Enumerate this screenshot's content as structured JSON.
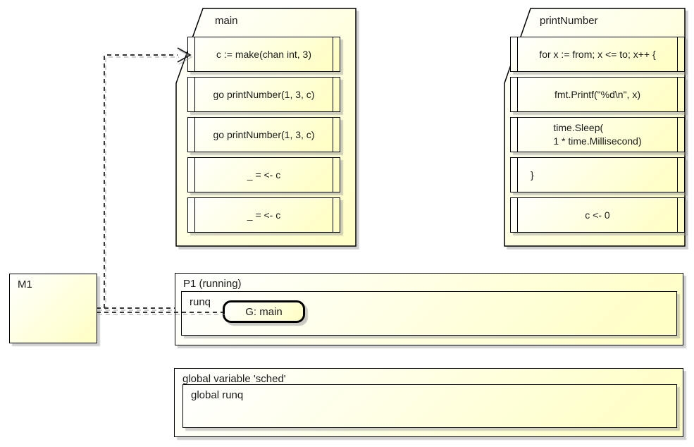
{
  "main_note": {
    "title": "main",
    "rows": [
      "c := make(chan int, 3)",
      "go printNumber(1, 3, c)",
      "go printNumber(1, 3, c)",
      "_ = <- c",
      "_ = <- c"
    ]
  },
  "print_number_note": {
    "title": "printNumber",
    "rows": [
      "for x := from; x <= to; x++ {",
      "fmt.Printf(\"%d\\n\", x)",
      "time.Sleep(\n1 * time.Millisecond)",
      "}",
      "c <- 0"
    ]
  },
  "machine_box": {
    "label": "M1"
  },
  "processor_box": {
    "title": "P1 (running)",
    "runq_label": "runq",
    "goroutine_label": "G: main"
  },
  "sched_box": {
    "title": "global variable 'sched'",
    "inner_label": "global runq"
  },
  "colors": {
    "fill_light": "#ffffff",
    "fill_yellow": "#ffffc6",
    "border": "#000000",
    "text": "#1a1a1a",
    "connector": "#1a1a1a",
    "shadow": "#969696"
  }
}
